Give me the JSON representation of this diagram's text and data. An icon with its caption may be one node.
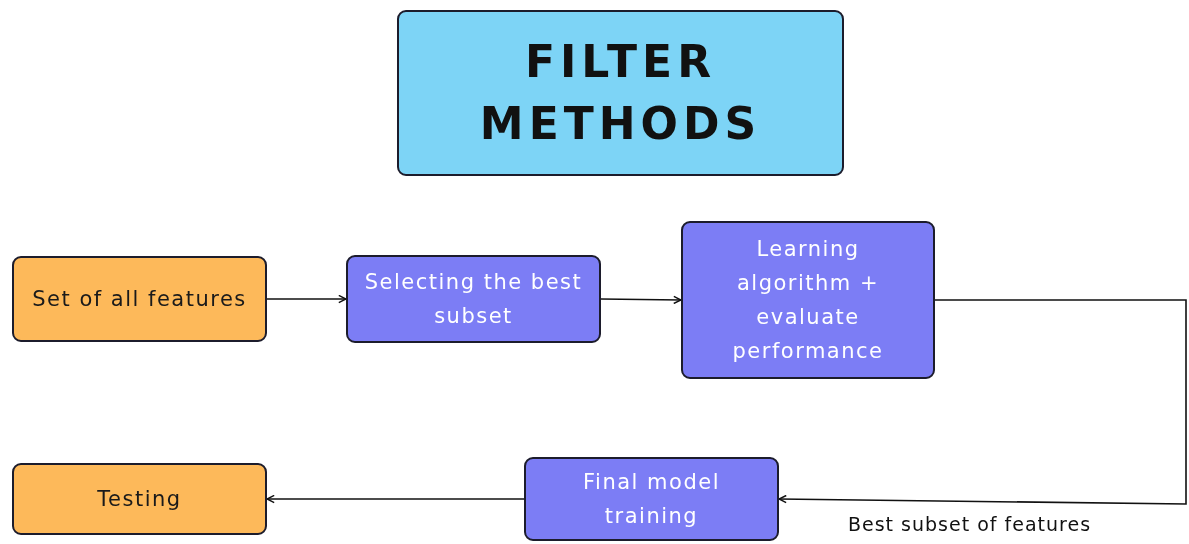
{
  "diagram": {
    "nodes": [
      {
        "text": [
          "FILTER METHODS"
        ]
      },
      {
        "text": [
          "Set of all features"
        ]
      },
      {
        "text": [
          "Selecting the best subset"
        ]
      },
      {
        "text": [
          "Learning algorithm + evaluate performance"
        ]
      },
      {
        "text": [
          "Final model training"
        ]
      },
      {
        "text": [
          "Testing"
        ]
      }
    ],
    "edges": [
      {
        "from": 1,
        "to": 2,
        "arrow": "to"
      },
      {
        "from": 2,
        "to": 3,
        "arrow": "to"
      },
      {
        "from": 3,
        "to": 4,
        "arrow": "to",
        "label": "Best subset of features"
      },
      {
        "from": 4,
        "to": 5,
        "arrow": "to"
      }
    ]
  }
}
